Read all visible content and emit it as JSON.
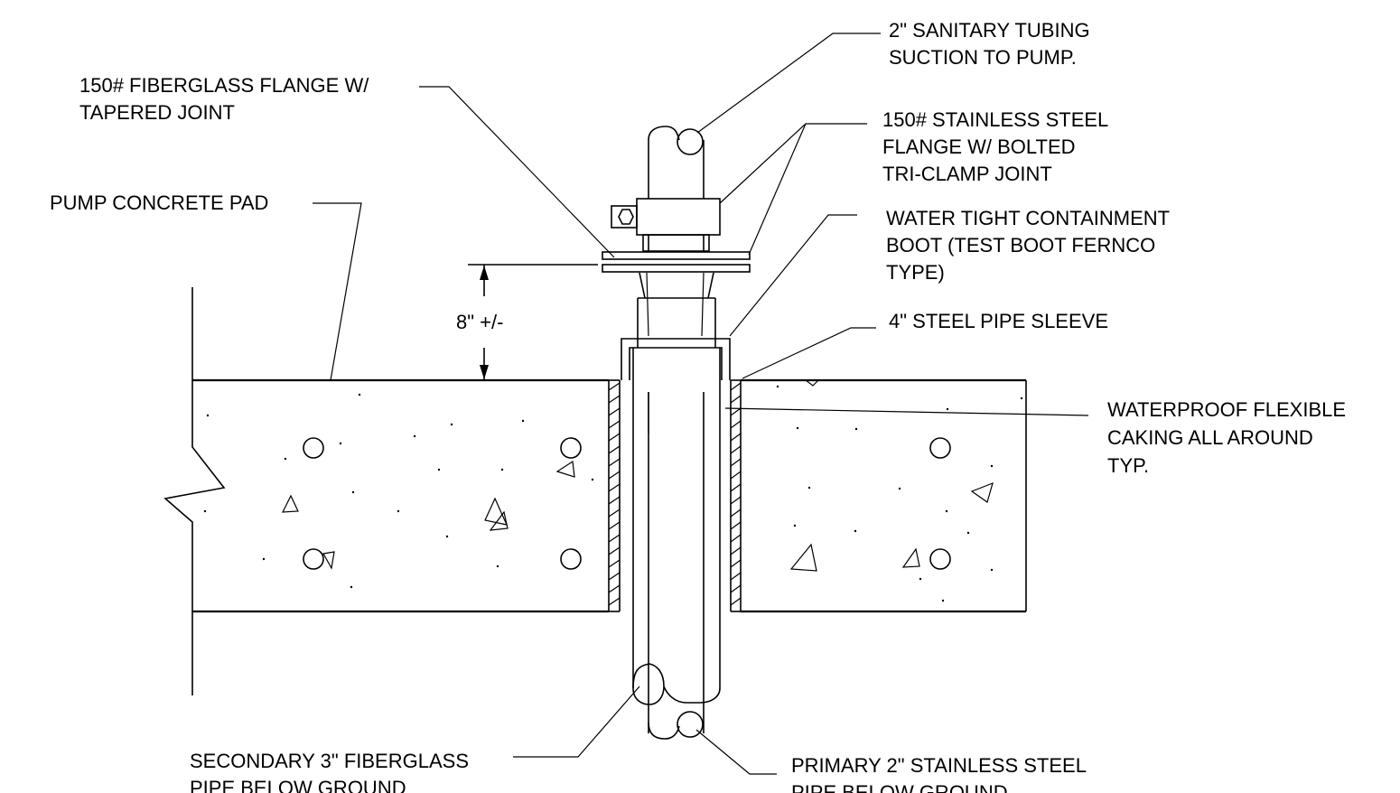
{
  "labels": {
    "sanitary_tubing": [
      "2\" SANITARY TUBING",
      "SUCTION TO PUMP."
    ],
    "fiberglass_flange": [
      "150# FIBERGLASS FLANGE W/",
      "TAPERED JOINT"
    ],
    "stainless_flange": [
      "150# STAINLESS STEEL",
      "FLANGE W/ BOLTED",
      "TRI-CLAMP JOINT"
    ],
    "concrete_pad": [
      "PUMP CONCRETE PAD"
    ],
    "containment_boot": [
      "WATER TIGHT CONTAINMENT",
      "BOOT (TEST BOOT FERNCO",
      "TYPE)"
    ],
    "dimension": [
      "8\" +/-"
    ],
    "pipe_sleeve": [
      "4\" STEEL PIPE SLEEVE"
    ],
    "caulking": [
      "WATERPROOF FLEXIBLE",
      "CAKING ALL AROUND",
      "TYP."
    ],
    "secondary_pipe": [
      "SECONDARY 3\" FIBERGLASS",
      "PIPE BELOW GROUND"
    ],
    "primary_pipe": [
      "PRIMARY 2\" STAINLESS STEEL",
      "PIPE BELOW GROUND"
    ]
  }
}
